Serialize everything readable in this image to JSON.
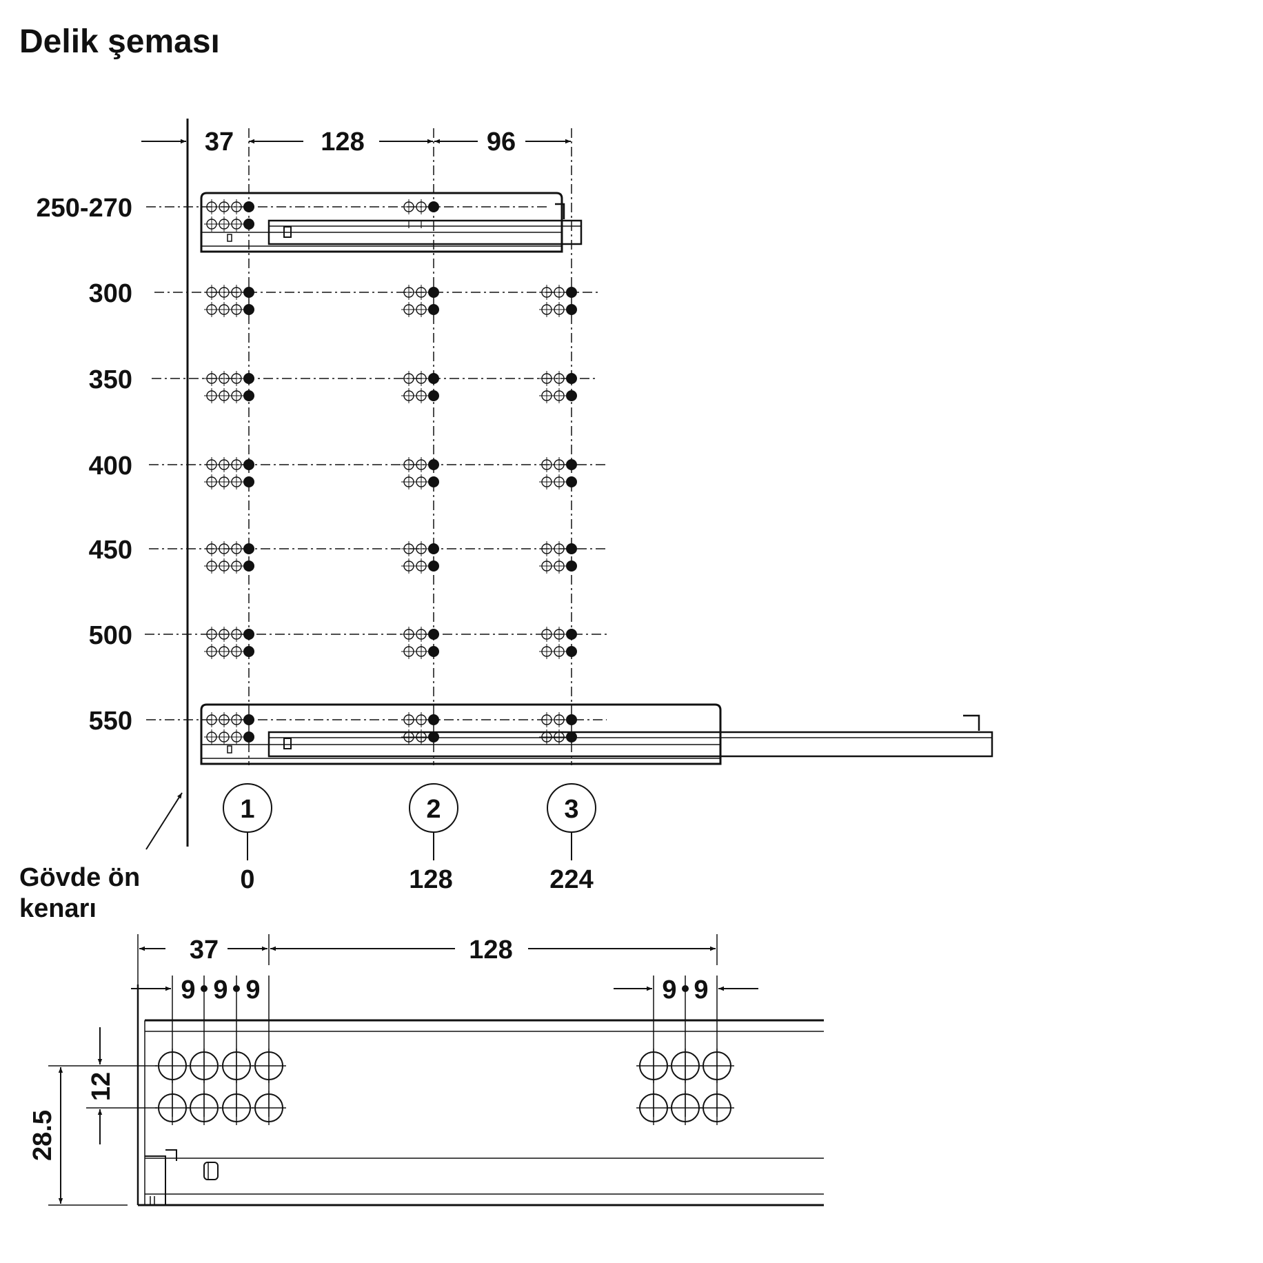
{
  "title": "Delik şeması",
  "top_dimensions": [
    "37",
    "128",
    "96"
  ],
  "rows": [
    {
      "label": "250-270",
      "holes": [
        1,
        2
      ]
    },
    {
      "label": "300",
      "holes": [
        1,
        2,
        3
      ]
    },
    {
      "label": "350",
      "holes": [
        1,
        2,
        3
      ]
    },
    {
      "label": "400",
      "holes": [
        1,
        2,
        3
      ]
    },
    {
      "label": "450",
      "holes": [
        1,
        2,
        3
      ]
    },
    {
      "label": "500",
      "holes": [
        1,
        2,
        3
      ]
    },
    {
      "label": "550",
      "holes": [
        1,
        2,
        3
      ]
    }
  ],
  "positions": [
    {
      "number": "1",
      "value": "0"
    },
    {
      "number": "2",
      "value": "128"
    },
    {
      "number": "3",
      "value": "224"
    }
  ],
  "front_edge_label_line1": "Gövde ön",
  "front_edge_label_line2": "kenarı",
  "detail": {
    "dim_37": "37",
    "dim_128": "128",
    "pitch": "9",
    "height_12": "12",
    "height_28_5": "28.5"
  },
  "colors": {
    "ink": "#111111",
    "paper": "#ffffff"
  }
}
